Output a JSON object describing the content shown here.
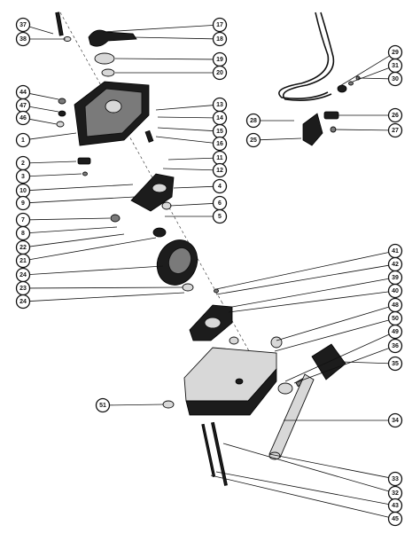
{
  "callouts": [
    {
      "label": "37"
    },
    {
      "label": "38"
    },
    {
      "label": "44"
    },
    {
      "label": "47"
    },
    {
      "label": "46"
    },
    {
      "label": "1"
    },
    {
      "label": "2"
    },
    {
      "label": "3"
    },
    {
      "label": "10"
    },
    {
      "label": "9"
    },
    {
      "label": "7"
    },
    {
      "label": "8"
    },
    {
      "label": "22"
    },
    {
      "label": "21"
    },
    {
      "label": "24"
    },
    {
      "label": "23"
    },
    {
      "label": "24"
    },
    {
      "label": "17"
    },
    {
      "label": "18"
    },
    {
      "label": "19"
    },
    {
      "label": "20"
    },
    {
      "label": "13"
    },
    {
      "label": "14"
    },
    {
      "label": "15"
    },
    {
      "label": "16"
    },
    {
      "label": "11"
    },
    {
      "label": "12"
    },
    {
      "label": "4"
    },
    {
      "label": "6"
    },
    {
      "label": "5"
    },
    {
      "label": "29"
    },
    {
      "label": "31"
    },
    {
      "label": "30"
    },
    {
      "label": "28"
    },
    {
      "label": "25"
    },
    {
      "label": "26"
    },
    {
      "label": "27"
    },
    {
      "label": "41"
    },
    {
      "label": "42"
    },
    {
      "label": "39"
    },
    {
      "label": "40"
    },
    {
      "label": "48"
    },
    {
      "label": "50"
    },
    {
      "label": "49"
    },
    {
      "label": "36"
    },
    {
      "label": "35"
    },
    {
      "label": "34"
    },
    {
      "label": "33"
    },
    {
      "label": "32"
    },
    {
      "label": "43"
    },
    {
      "label": "45"
    },
    {
      "label": "51"
    }
  ]
}
